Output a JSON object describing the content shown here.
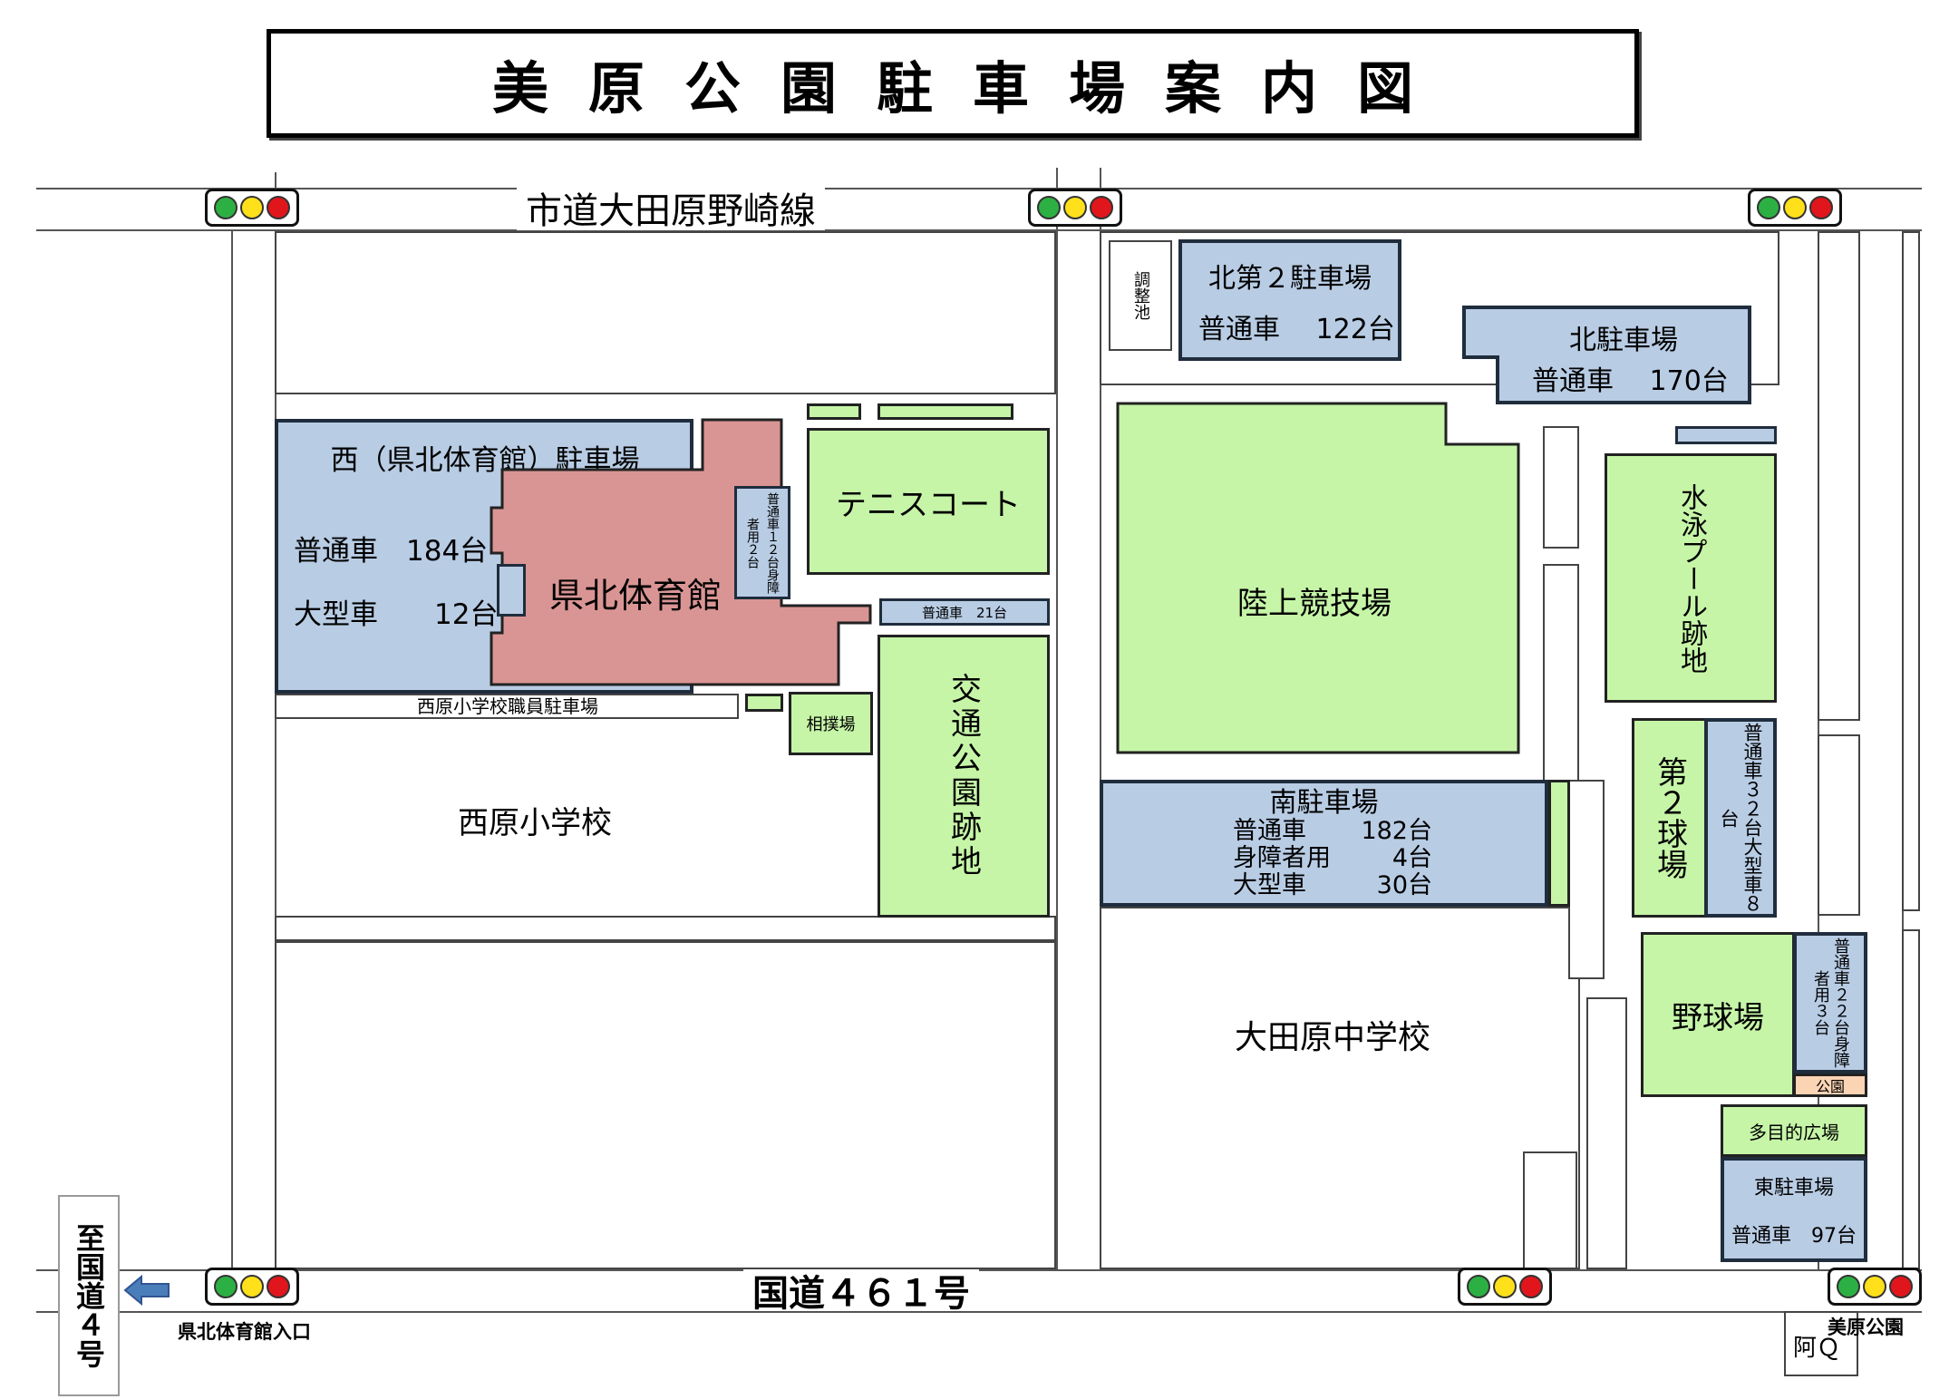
{
  "title": "美原公園駐車場案内図",
  "roads": {
    "north": "市道大田原野崎線",
    "south": "国道４６１号",
    "to_route4": "至国道４号",
    "entrance": "県北体育館入口"
  },
  "facilities": {
    "gym": "県北体育館",
    "tennis": "テニスコート",
    "sumo": "相撲場",
    "traffic_park": "交通公園跡地",
    "nishihara_school": "西原小学校",
    "nishihara_staff": "西原小学校職員駐車場",
    "track": "陸上競技場",
    "pool": "水泳プール跡地",
    "field2": "第２球場",
    "baseball": "野球場",
    "park_small": "公園",
    "plaza": "多目的広場",
    "junior_high": "大田原中学校",
    "pond": "調整池",
    "mihara_park": "美原公園"
  },
  "parking": {
    "west": {
      "name": "西（県北体育館）駐車場",
      "l1": "普通車　184台",
      "l2": "大型車　　12台"
    },
    "gym_side": {
      "text": "普通車１２台身障者用２台"
    },
    "mid_small": {
      "text": "普通車　21台"
    },
    "north2": {
      "name": "北第２駐車場",
      "l1": "普通車　 122台"
    },
    "north": {
      "name": "北駐車場",
      "l1": "普通車　 170台"
    },
    "south": {
      "name": "南駐車場",
      "rows": [
        {
          "label": "普通車",
          "value": "182台"
        },
        {
          "label": "身障者用",
          "value": "4台"
        },
        {
          "label": "大型車",
          "value": "30台"
        }
      ]
    },
    "field2_side": {
      "text": "普通車３２台大型車８台"
    },
    "baseball_side": {
      "text": "普通車２２台身障者用３台"
    },
    "east": {
      "name": "東駐車場",
      "l1": "普通車　97台"
    }
  },
  "misc": {
    "bus_stop": "阿Ｑ"
  },
  "colors": {
    "parking": "#b8cce4",
    "facility": "#c6f5a8",
    "gym": "#d99594",
    "signal_green": "#2db043",
    "signal_yellow": "#ffe01a",
    "signal_red": "#e0161c"
  }
}
